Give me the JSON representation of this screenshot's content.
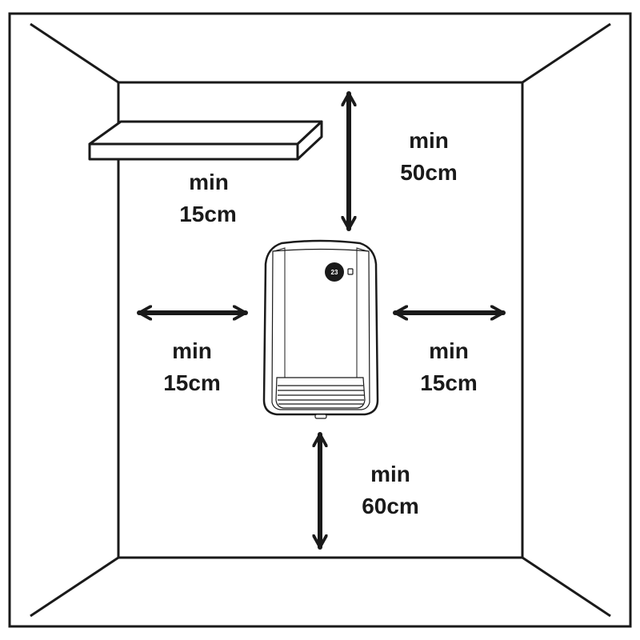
{
  "clearances": {
    "shelf": {
      "line1": "min",
      "line2": "15cm"
    },
    "top": {
      "line1": "min",
      "line2": "50cm"
    },
    "left": {
      "line1": "min",
      "line2": "15cm"
    },
    "right": {
      "line1": "min",
      "line2": "15cm"
    },
    "bottom": {
      "line1": "min",
      "line2": "60cm"
    }
  },
  "heater": {
    "display_reading": "23"
  },
  "colors": {
    "line": "#1a1a1a",
    "background": "#ffffff"
  }
}
